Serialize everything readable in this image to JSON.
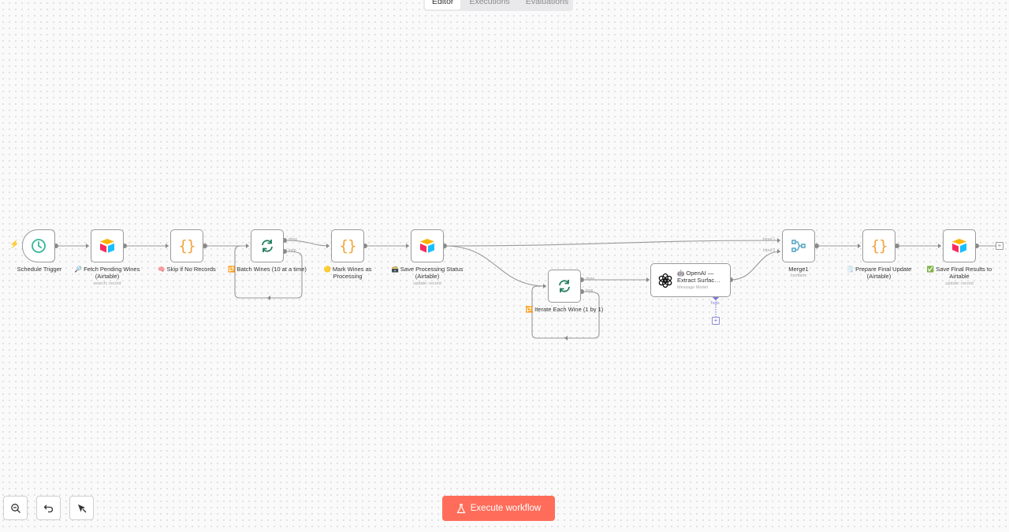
{
  "tabs": [
    {
      "label": "Editor",
      "active": true
    },
    {
      "label": "Executions",
      "active": false
    },
    {
      "label": "Evaluations",
      "active": false
    }
  ],
  "nodes": {
    "schedule": {
      "label": "Schedule Trigger",
      "icon": "clock-icon"
    },
    "fetch": {
      "label": "🔎 Fetch Pending Wines (Airtable)",
      "sub": "search: record",
      "icon": "airtable-icon"
    },
    "skip": {
      "label": "🧠 Skip if No Records",
      "icon": "code-braces-icon"
    },
    "batch": {
      "label": "🔁 Batch Wines (10 at a time)",
      "icon": "loop-icon",
      "port_done": "done",
      "port_loop": "loop"
    },
    "mark": {
      "label": "🟡 Mark Wines as Processing",
      "icon": "code-braces-icon"
    },
    "save_status": {
      "label": "🗃️ Save Processing Status (Airtable)",
      "sub": "update: record",
      "icon": "airtable-icon"
    },
    "iterate": {
      "label": "🔁 Iterate Each Wine (1 by 1)",
      "icon": "loop-icon",
      "port_done": "done",
      "port_loop": "loop"
    },
    "openai": {
      "label": "🤖 OpenAI — Extract Surfac…",
      "sub": "Message Model",
      "icon": "openai-icon",
      "port_tools": "Tools"
    },
    "merge": {
      "label": "Merge1",
      "sub": "combine",
      "icon": "merge-icon",
      "port_in1": "Input 1",
      "port_in2": "Input 2"
    },
    "prepare": {
      "label": "🗒️ Prepare Final Update (Airtable)",
      "icon": "code-braces-icon"
    },
    "save_final": {
      "label": "✅ Save Final Results to Airtable",
      "sub": "update: record",
      "icon": "airtable-icon"
    }
  },
  "braces_glyph": "{}",
  "plus_glyph": "+",
  "toolbar": {
    "zoom_icon": "zoom-out-icon",
    "undo_icon": "undo-icon",
    "tidy_icon": "tidy-up-icon"
  },
  "execute": {
    "label": "Execute workflow",
    "icon": "flask-icon"
  },
  "colors": {
    "accent": "#ff6d5a",
    "code": "#f2a33a",
    "loop": "#1f7a5e",
    "trigger": "#35b59a",
    "merge": "#5aa9c8",
    "ai_port": "#8b8ad9"
  }
}
